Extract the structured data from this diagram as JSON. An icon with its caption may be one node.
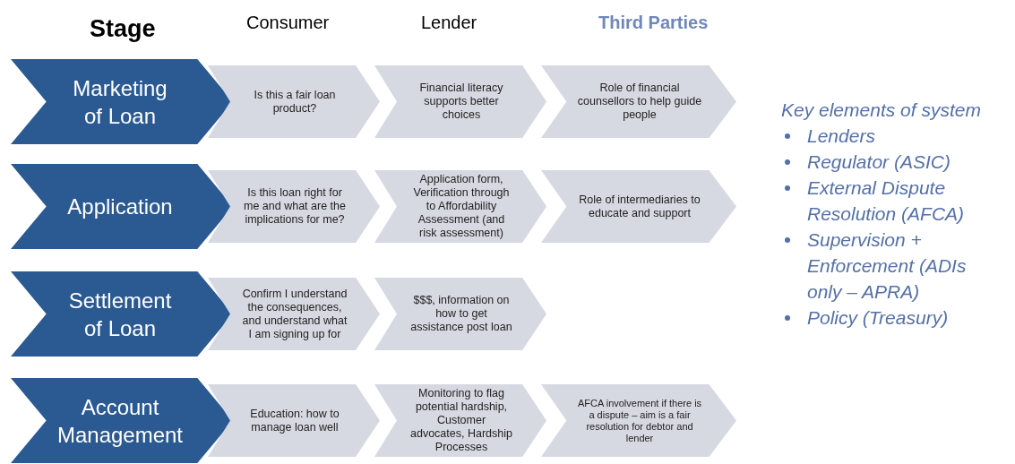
{
  "diagram": {
    "nodes": [
      {
        "text": [
          "Marketing of Loan"
        ]
      },
      {
        "text": [
          "Is this a fair loan product?"
        ]
      },
      {
        "text": [
          "Financial literacy supports better choices"
        ]
      },
      {
        "text": [
          "Role of financial counsellors to help guide people"
        ]
      },
      {
        "text": [
          "Application"
        ]
      },
      {
        "text": [
          "Is this loan right for me and what are the implications for me?"
        ]
      },
      {
        "text": [
          "Application form, Verification through to Affordability Assessment (and risk assessment)"
        ]
      },
      {
        "text": [
          "Role of intermediaries to educate and support"
        ]
      },
      {
        "text": [
          "Settlement of Loan"
        ]
      },
      {
        "text": [
          "Confirm I understand the consequences, and understand what I am signing up for"
        ]
      },
      {
        "text": [
          "$$$,  information on how to get assistance post loan"
        ]
      },
      {
        "text": [
          "Account Management"
        ]
      },
      {
        "text": [
          "Education: how to manage loan well"
        ]
      },
      {
        "text": [
          "Monitoring to flag potential hardship, Customer advocates, Hardship Processes"
        ]
      },
      {
        "text": [
          "AFCA involvement if there is a dispute – aim is a fair resolution for debtor and lender"
        ]
      }
    ],
    "labels": [
      "Stage",
      "Consumer",
      "Lender",
      "Third Parties",
      "Key elements of system",
      "Lenders",
      "Regulator (ASIC)",
      "External Dispute Resolution (AFCA)",
      "Supervision + Enforcement (ADIs only – APRA)",
      "Policy (Treasury)"
    ]
  }
}
